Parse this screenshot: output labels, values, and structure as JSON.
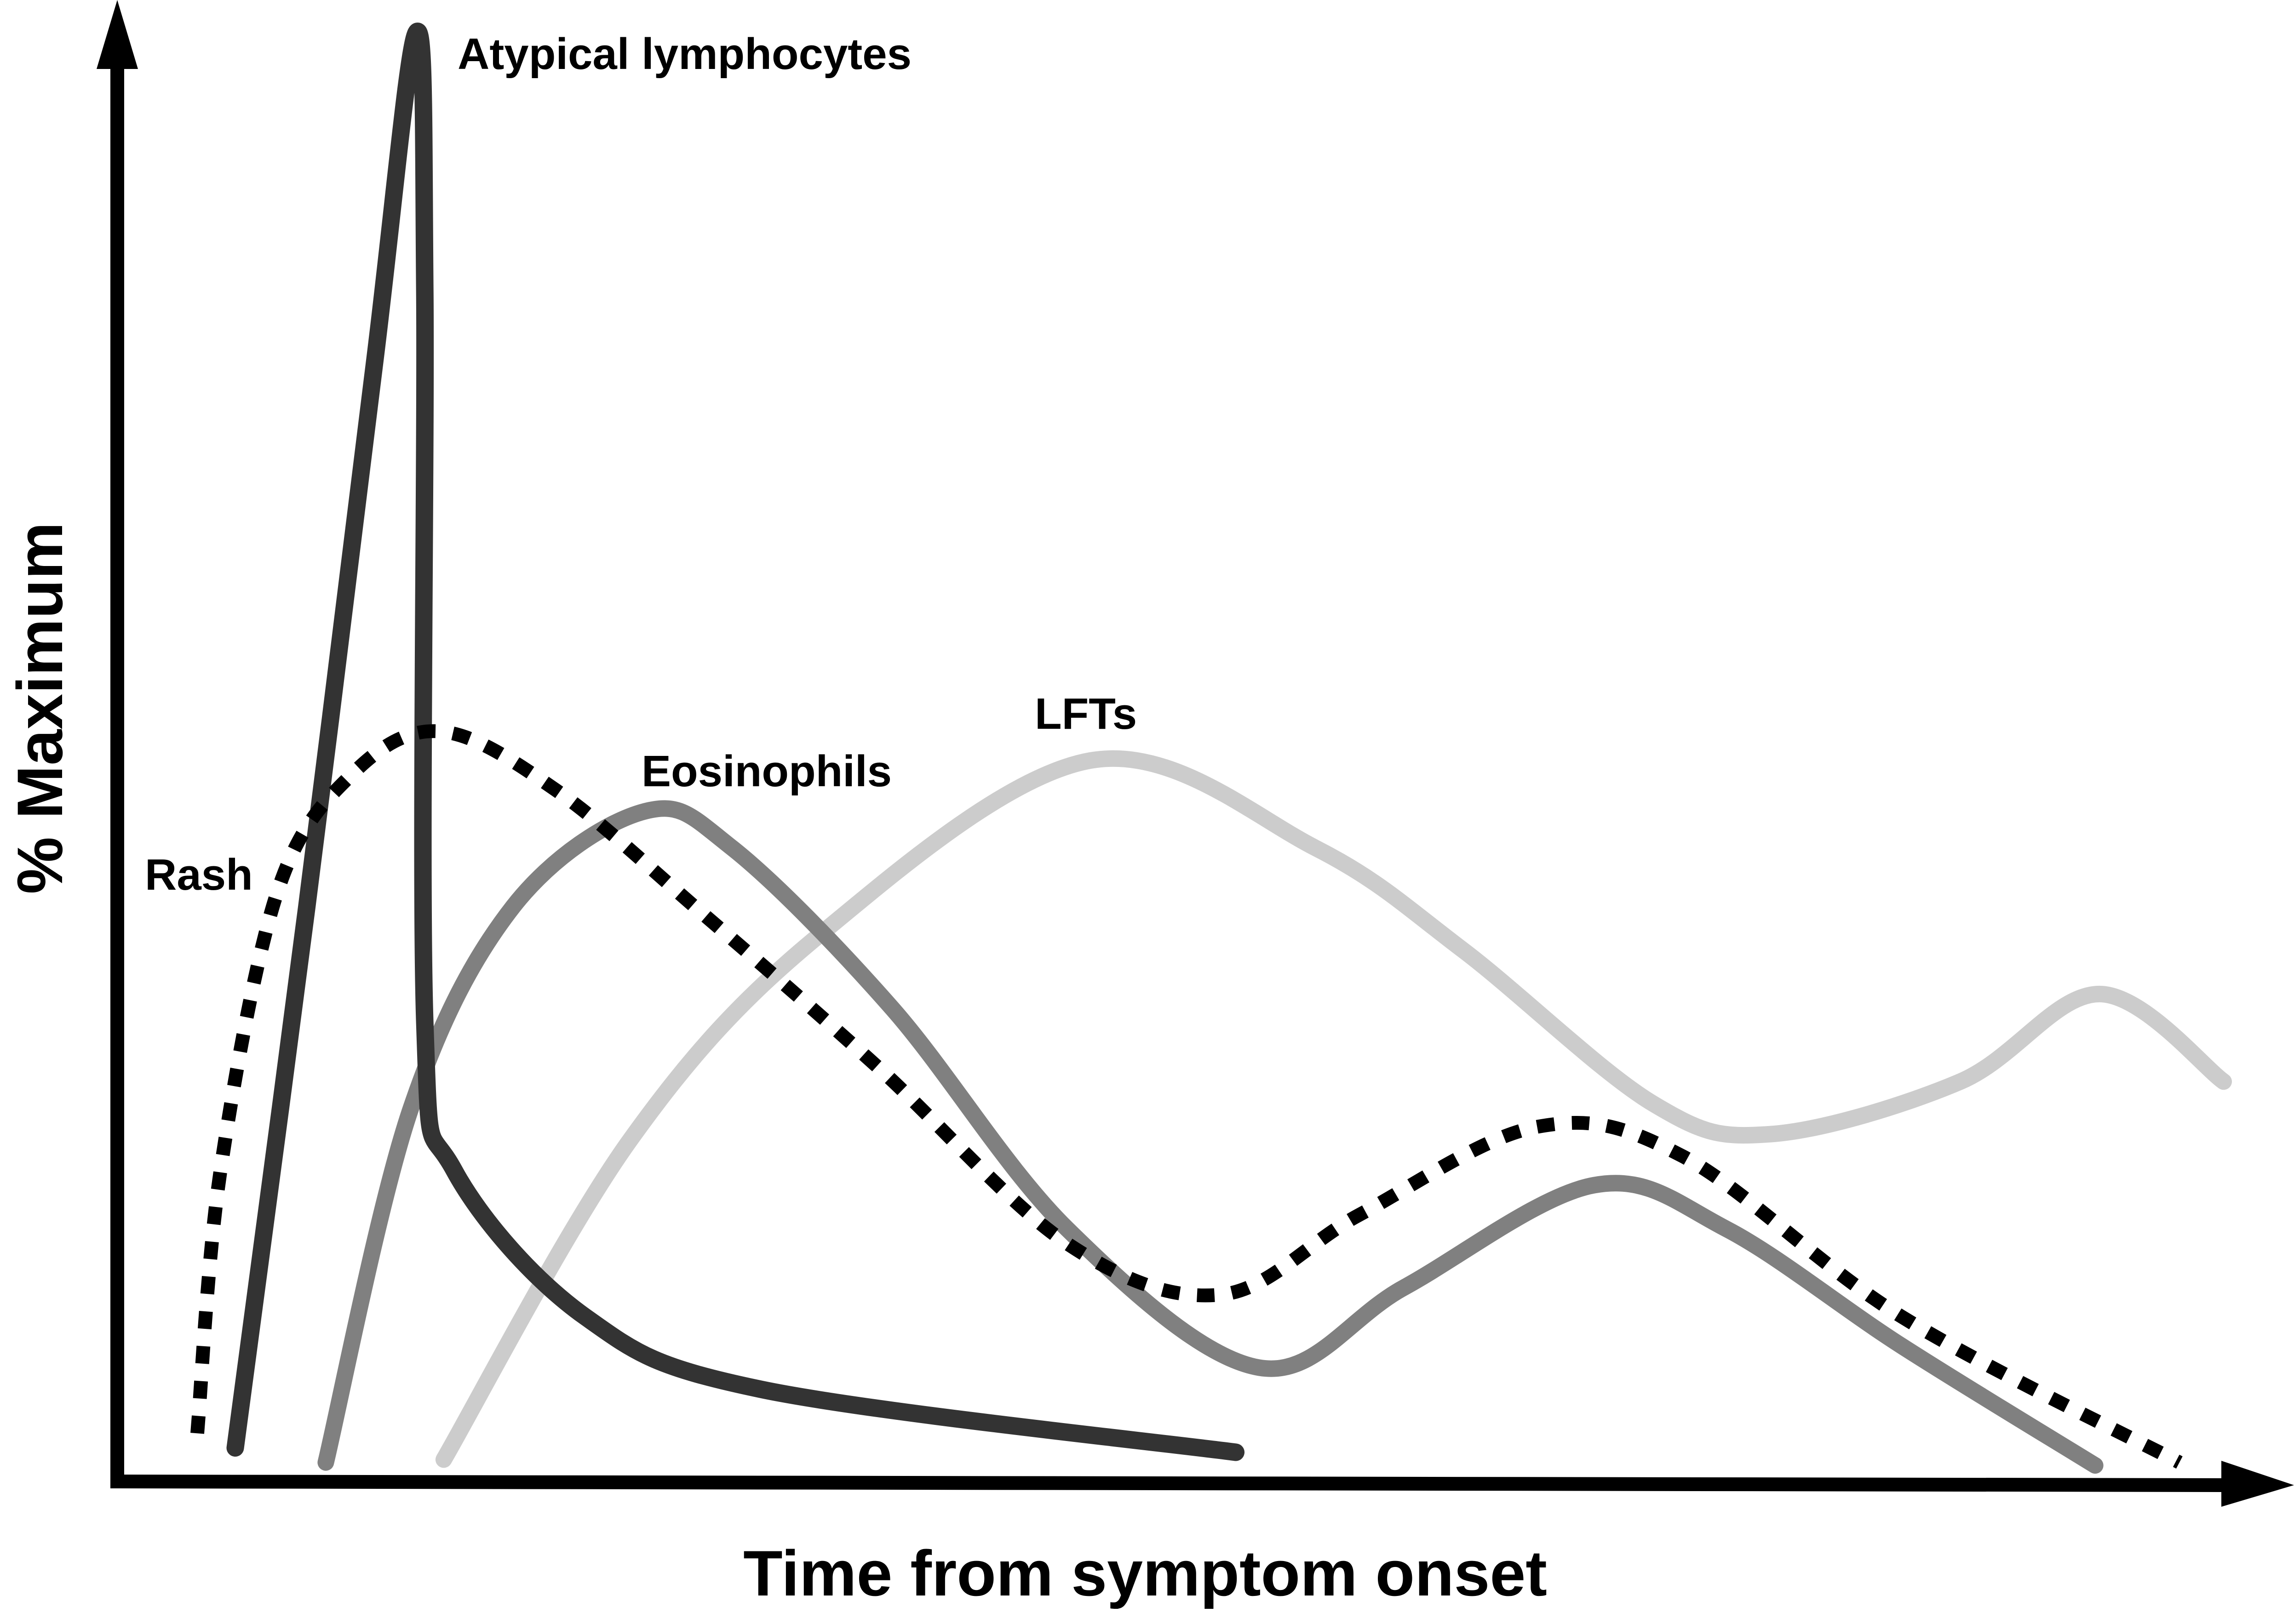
{
  "chart_data": {
    "type": "line",
    "title": "",
    "xlabel": "Time from symptom onset",
    "ylabel": "% Maximum",
    "xlim": [
      0,
      100
    ],
    "ylim": [
      0,
      100
    ],
    "grid": false,
    "legend": "none (direct labels on curves)",
    "series": [
      {
        "name": "Atypical lymphocytes",
        "label": "Atypical lymphocytes",
        "color": "#333333",
        "style": "solid",
        "points": [
          [
            5.6,
            2.3
          ],
          [
            9.0,
            39.4
          ],
          [
            12.2,
            76.5
          ],
          [
            14.2,
            99.3
          ],
          [
            14.6,
            81.5
          ],
          [
            14.6,
            31.4
          ],
          [
            16.0,
            21.3
          ],
          [
            22.2,
            11.3
          ],
          [
            30.6,
            6.3
          ],
          [
            53.1,
            2.0
          ]
        ]
      },
      {
        "name": "Rash",
        "label": "Rash",
        "color": "#000000",
        "style": "dotted",
        "points": [
          [
            3.8,
            3.3
          ],
          [
            4.9,
            21.3
          ],
          [
            7.6,
            40.4
          ],
          [
            11.1,
            48.4
          ],
          [
            15.3,
            51.4
          ],
          [
            20.8,
            47.4
          ],
          [
            27.8,
            38.9
          ],
          [
            36.1,
            28.4
          ],
          [
            45.1,
            16.3
          ],
          [
            52.4,
            12.8
          ],
          [
            59.0,
            18.3
          ],
          [
            67.4,
            24.3
          ],
          [
            74.3,
            22.3
          ],
          [
            84.7,
            11.3
          ],
          [
            97.9,
            1.3
          ]
        ]
      },
      {
        "name": "Eosinophils",
        "label": "Eosinophils",
        "color": "#808080",
        "style": "solid",
        "points": [
          [
            9.9,
            1.3
          ],
          [
            13.9,
            25.4
          ],
          [
            18.8,
            39.4
          ],
          [
            25.0,
            45.9
          ],
          [
            29.2,
            43.4
          ],
          [
            36.8,
            32.4
          ],
          [
            45.1,
            17.3
          ],
          [
            54.2,
            7.8
          ],
          [
            61.1,
            13.3
          ],
          [
            70.1,
            20.3
          ],
          [
            76.4,
            17.3
          ],
          [
            84.7,
            9.3
          ],
          [
            93.9,
            1.1
          ]
        ]
      },
      {
        "name": "LFTs",
        "label": "LFTs",
        "color": "#cccccc",
        "style": "solid",
        "points": [
          [
            15.5,
            1.5
          ],
          [
            24.3,
            23.3
          ],
          [
            33.3,
            37.4
          ],
          [
            46.2,
            49.4
          ],
          [
            56.9,
            43.4
          ],
          [
            63.9,
            36.4
          ],
          [
            72.9,
            25.9
          ],
          [
            78.5,
            23.8
          ],
          [
            87.5,
            27.4
          ],
          [
            94.1,
            33.4
          ],
          [
            100,
            27.4
          ]
        ]
      }
    ]
  }
}
